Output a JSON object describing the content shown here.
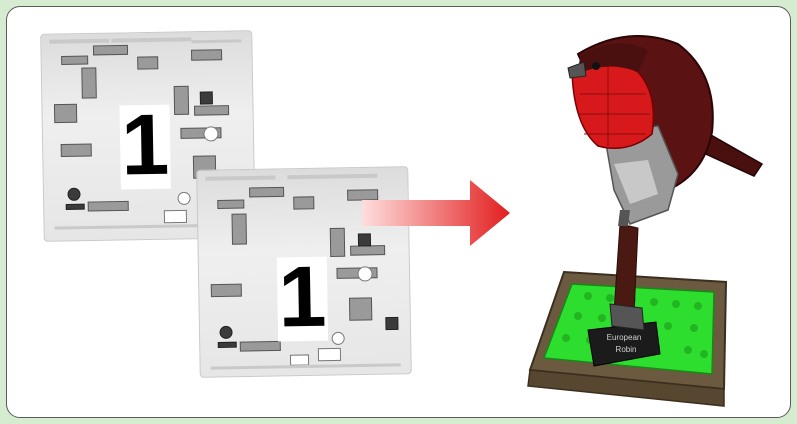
{
  "step": {
    "bags": [
      {
        "number": "1"
      },
      {
        "number": "1"
      }
    ],
    "plaque": {
      "line1": "European",
      "line2": "Robin"
    }
  },
  "colors": {
    "frame_background": "#d6ecd1",
    "panel_border": "#5a5a5a",
    "arrow_start": "#ffd9d9",
    "arrow_end": "#e21e1e",
    "robin_breast": "#d8191c",
    "robin_back": "#4a0f0f",
    "plate_green": "#2ede2e",
    "frame_brown": "#6b5a40"
  },
  "icons": [
    "arrow-right-icon",
    "polybag-icon",
    "robin-model-icon"
  ]
}
